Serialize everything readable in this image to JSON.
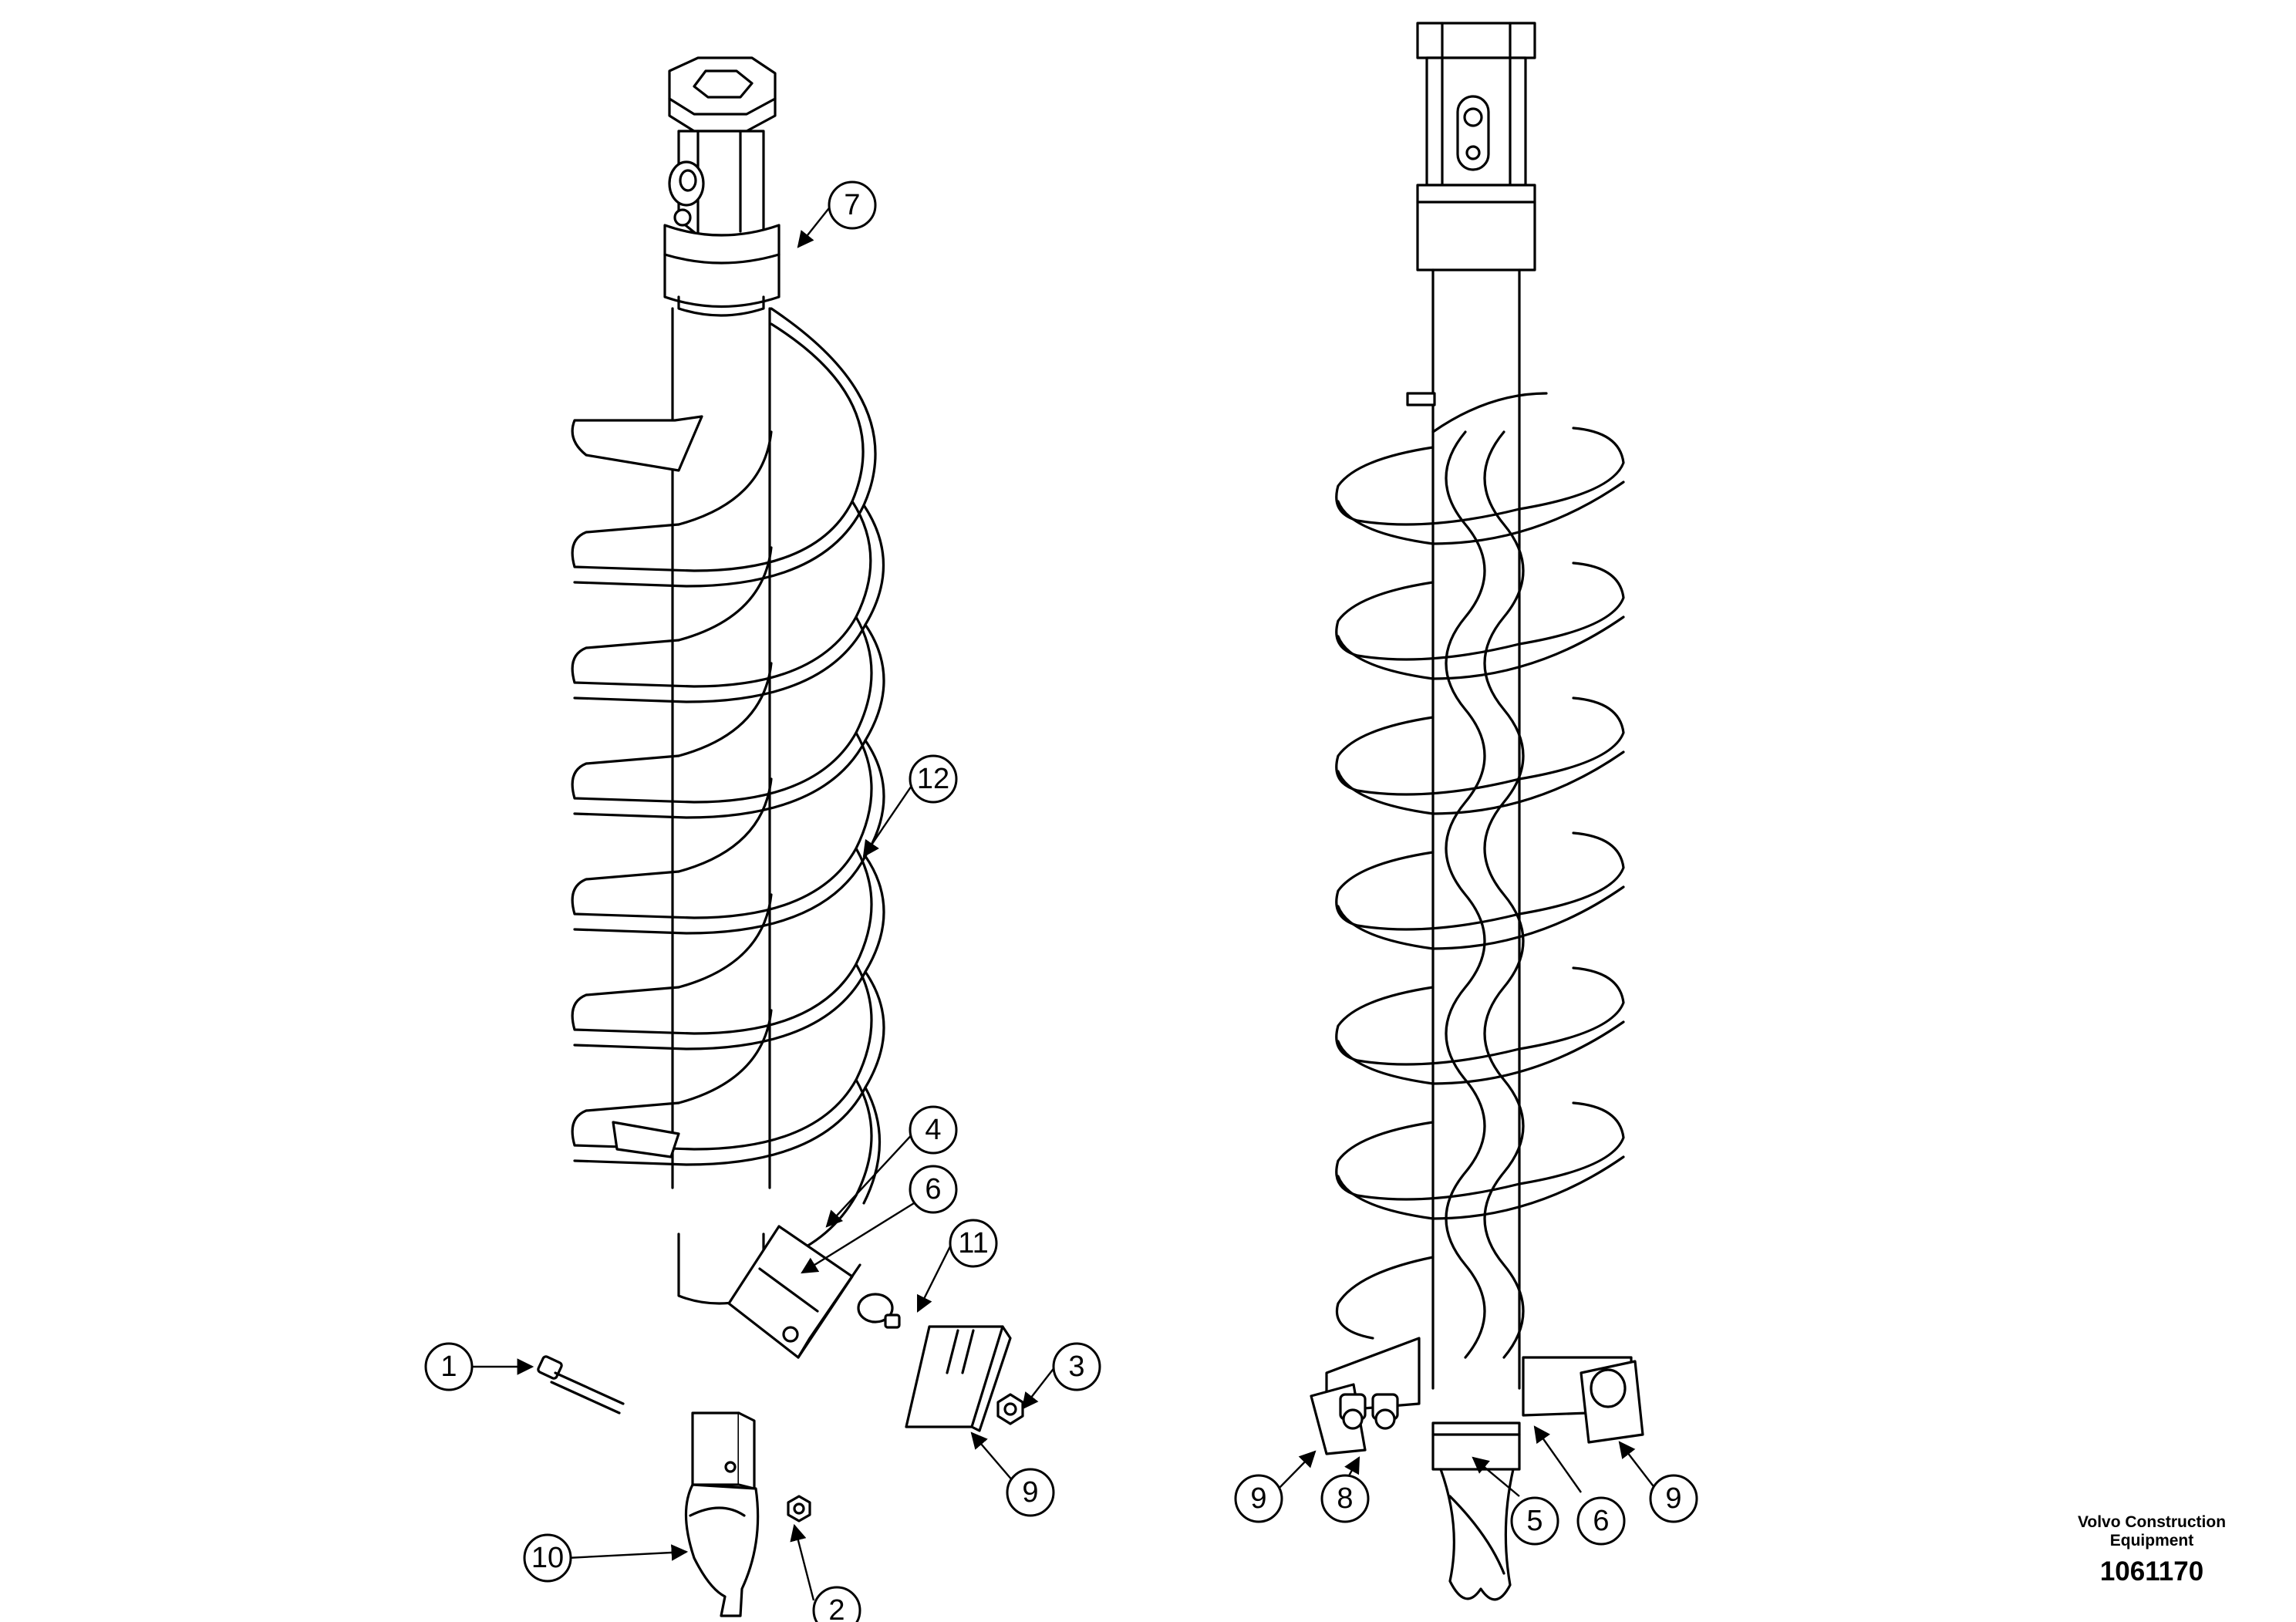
{
  "callouts": {
    "c1": "1",
    "c2": "2",
    "c3": "3",
    "c4": "4",
    "c5": "5",
    "c6a": "6",
    "c6b": "6",
    "c7": "7",
    "c8": "8",
    "c9a": "9",
    "c9b": "9",
    "c9c": "9",
    "c10": "10",
    "c11": "11",
    "c12": "12"
  },
  "footer": {
    "company_line1": "Volvo Construction",
    "company_line2": "Equipment",
    "document_number": "1061170"
  }
}
